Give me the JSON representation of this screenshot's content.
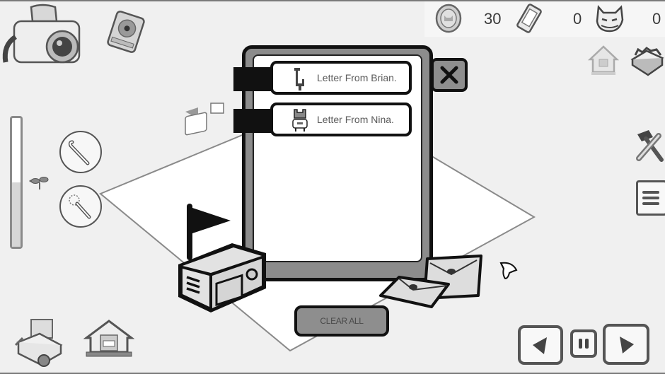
{
  "hud": {
    "coins": {
      "icon": "cat-coin-icon",
      "value": "30"
    },
    "tickets": {
      "icon": "ticket-icon",
      "value": "0"
    },
    "masks": {
      "icon": "cat-mask-icon",
      "value": "0"
    }
  },
  "left_tools": {
    "camera": "camera-icon",
    "book": "record-book-icon",
    "slider_fill_percent": 50,
    "tools": [
      "cane-tool-icon",
      "wand-tool-icon"
    ],
    "sprout": "sprout-icon"
  },
  "right_tools": [
    "house-icon",
    "gift-box-icon",
    "tools-hammer-icon",
    "menu-list-icon"
  ],
  "mailbox": {
    "letters": [
      {
        "label": "Letter From Brian.",
        "icon": "dinosaur-icon"
      },
      {
        "label": "Letter From Nina.",
        "icon": "robot-cat-icon"
      }
    ],
    "close_label": "X",
    "clear_all_label": "CLEAR ALL"
  },
  "bottom_left": [
    "storage-box-icon",
    "cabin-icon"
  ],
  "bottom_right": {
    "prev": "arrow-left-icon",
    "pause": "pause-icon",
    "next": "arrow-right-icon"
  },
  "colors": {
    "background": "#f0f0f0",
    "outline": "#111111",
    "panel_gray": "#8c8c8c",
    "text_gray": "#5a5a5a"
  }
}
